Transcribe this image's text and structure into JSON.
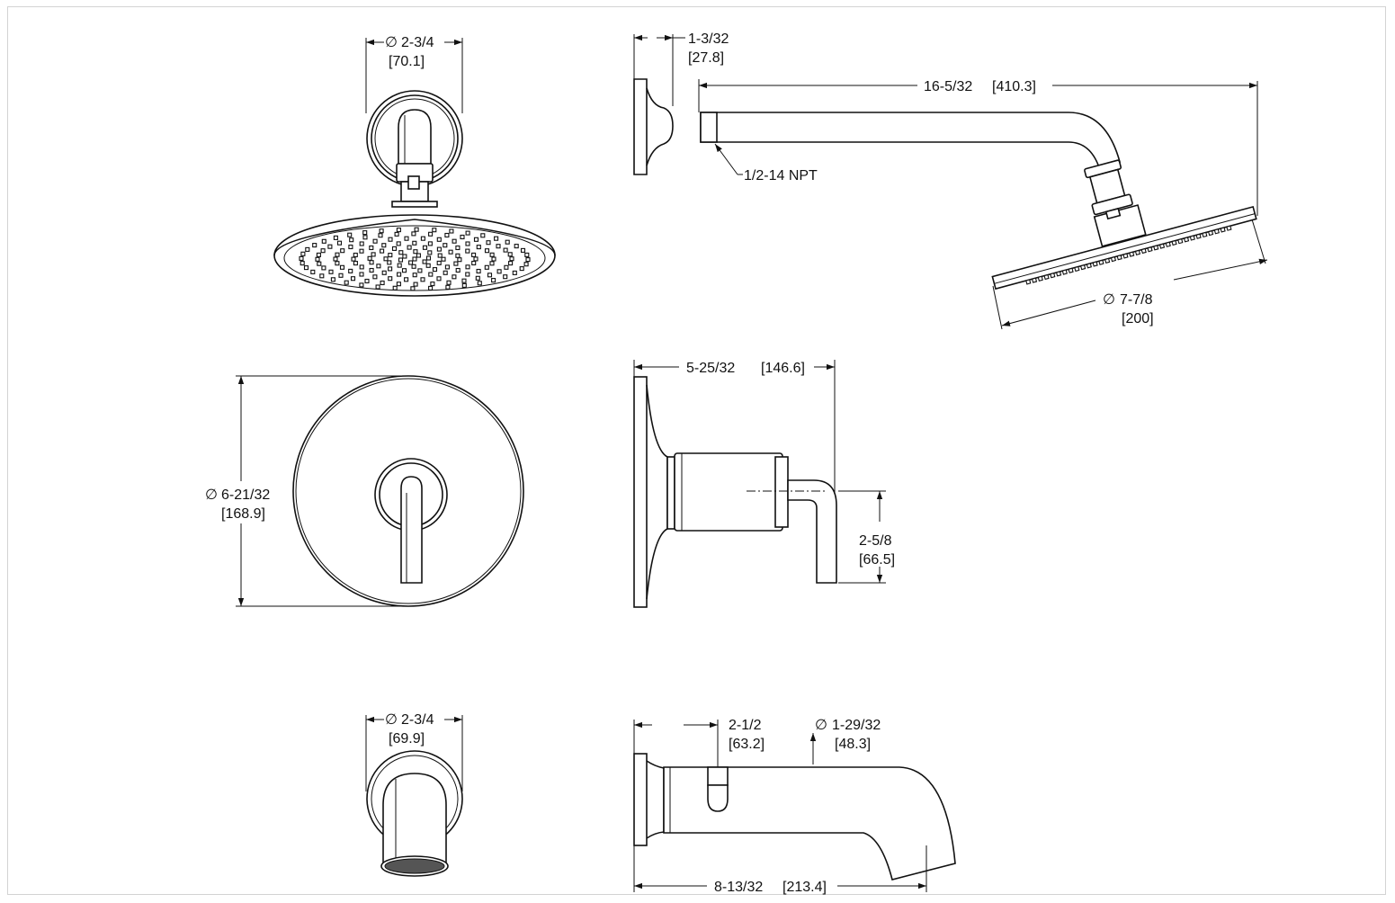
{
  "dimensions": {
    "head_front_diameter": {
      "symbol": "∅",
      "value": "2-3/4",
      "metric": "[70.1]"
    },
    "flange_depth": {
      "value": "1-3/32",
      "metric": "[27.8]"
    },
    "arm_length": {
      "value": "16-5/32",
      "metric": "[410.3]"
    },
    "thread": {
      "value": "1/2-14 NPT"
    },
    "head_diameter": {
      "symbol": "∅",
      "value": "7-7/8",
      "metric": "[200]"
    },
    "valve_projection": {
      "value": "5-25/32",
      "metric": "[146.6]"
    },
    "trim_diameter": {
      "symbol": "∅",
      "value": "6-21/32",
      "metric": "[168.9]"
    },
    "handle_height": {
      "value": "2-5/8",
      "metric": "[66.5]"
    },
    "spout_front_diameter": {
      "symbol": "∅",
      "value": "2-3/4",
      "metric": "[69.9]"
    },
    "diverter_offset": {
      "value": "2-1/2",
      "metric": "[63.2]"
    },
    "spout_diameter": {
      "symbol": "∅",
      "value": "1-29/32",
      "metric": "[48.3]"
    },
    "spout_length": {
      "value": "8-13/32",
      "metric": "[213.4]"
    }
  }
}
